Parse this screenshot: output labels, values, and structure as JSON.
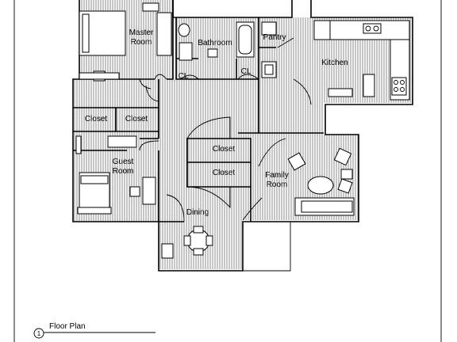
{
  "rooms": {
    "master_room": [
      "Master",
      "Room"
    ],
    "bathroom": "Bathroom",
    "pantry": "Pantry",
    "kitchen": "Kitchen",
    "cl_bath": "CL",
    "cl_hall": "CL",
    "closet_left_1": "Closet",
    "closet_left_2": "Closet",
    "closet_center_1": "Closet",
    "closet_center_2": "Closet",
    "guest_room": [
      "Guest",
      "Room"
    ],
    "family_room": [
      "Family",
      "Room"
    ],
    "dining": "Dining"
  },
  "title_block": {
    "number": "1",
    "title": "Floor Plan"
  }
}
